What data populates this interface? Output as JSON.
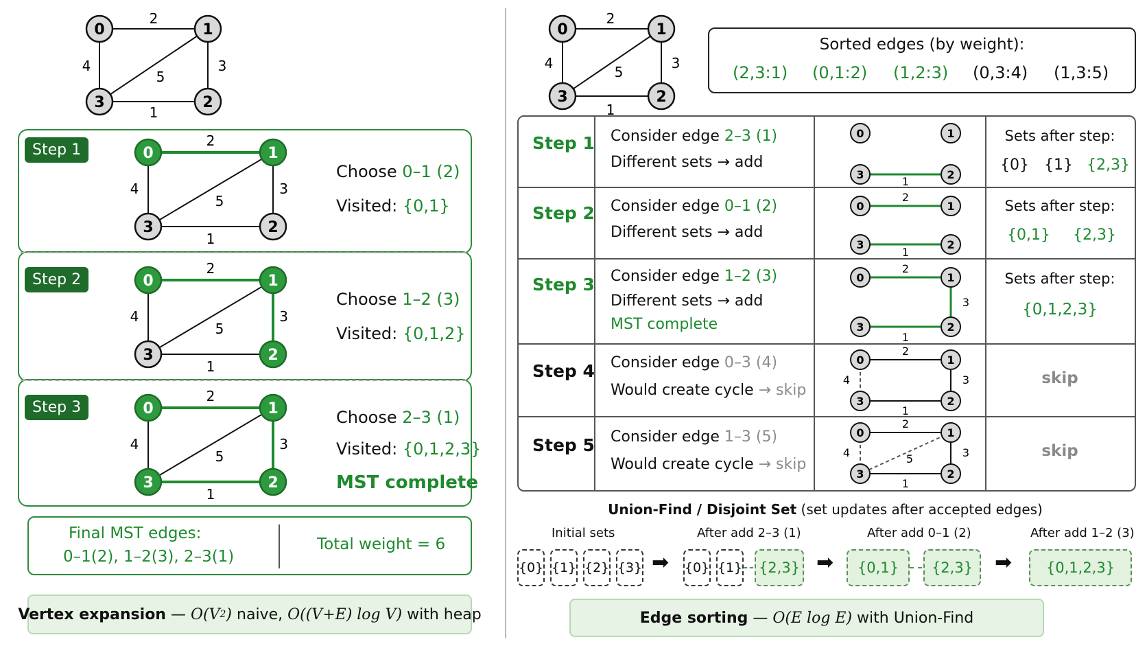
{
  "graph": {
    "nodes": [
      "0",
      "1",
      "2",
      "3"
    ],
    "edges": [
      {
        "from": "0",
        "to": "1",
        "w": "2"
      },
      {
        "from": "1",
        "to": "2",
        "w": "3"
      },
      {
        "from": "2",
        "to": "3",
        "w": "1"
      },
      {
        "from": "0",
        "to": "3",
        "w": "4"
      },
      {
        "from": "1",
        "to": "3",
        "w": "5"
      }
    ]
  },
  "prim": {
    "steps": [
      {
        "tag": "Step 1",
        "choose_prefix": "Choose",
        "choose_edge": "0–1 (2)",
        "visited_prefix": "Visited:",
        "visited_set": "{0,1}",
        "note": ""
      },
      {
        "tag": "Step 2",
        "choose_prefix": "Choose",
        "choose_edge": "1–2 (3)",
        "visited_prefix": "Visited:",
        "visited_set": "{0,1,2}",
        "note": ""
      },
      {
        "tag": "Step 3",
        "choose_prefix": "Choose",
        "choose_edge": "2–3 (1)",
        "visited_prefix": "Visited:",
        "visited_set": "{0,1,2,3}",
        "note": "MST complete"
      }
    ],
    "final_title": "Final MST edges:",
    "final_edges": "0–1(2),  1–2(3),  2–3(1)",
    "total": "Total weight = 6",
    "complexity": {
      "name": "Vertex expansion",
      "dash": "—",
      "f1": "O(V",
      "f1_sup": "2",
      "f1_end": ")",
      "naive": "naive,",
      "f2": "O((V+E) log V)",
      "with": "with heap"
    }
  },
  "kruskal": {
    "sorted_title": "Sorted edges (by weight):",
    "sorted": [
      {
        "text": "(2,3:1)",
        "accepted": true
      },
      {
        "text": "(0,1:2)",
        "accepted": true
      },
      {
        "text": "(1,2:3)",
        "accepted": true
      },
      {
        "text": "(0,3:4)",
        "accepted": false
      },
      {
        "text": "(1,3:5)",
        "accepted": false
      }
    ],
    "steps": [
      {
        "label": "Step 1",
        "consider": "Consider edge",
        "edge": "2–3 (1)",
        "result_prefix": "Different sets",
        "result": "→ add",
        "note": "",
        "sets_title": "Sets after step:",
        "sets": [
          "{0}",
          "{1}",
          "{2,3}"
        ],
        "skip": ""
      },
      {
        "label": "Step 2",
        "consider": "Consider edge",
        "edge": "0–1 (2)",
        "result_prefix": "Different sets",
        "result": "→ add",
        "note": "",
        "sets_title": "Sets after step:",
        "sets": [
          "{0,1}",
          "{2,3}"
        ],
        "skip": ""
      },
      {
        "label": "Step 3",
        "consider": "Consider edge",
        "edge": "1–2 (3)",
        "result_prefix": "Different sets",
        "result": "→ add",
        "note": "MST complete",
        "sets_title": "Sets after step:",
        "sets": [
          "{0,1,2,3}"
        ],
        "skip": ""
      },
      {
        "label": "Step 4",
        "consider": "Consider edge",
        "edge": "0–3 (4)",
        "result_prefix": "Would create cycle",
        "result": "→ skip",
        "note": "",
        "sets_title": "",
        "sets": [],
        "skip": "skip"
      },
      {
        "label": "Step 5",
        "consider": "Consider edge",
        "edge": "1–3 (5)",
        "result_prefix": "Would create cycle",
        "result": "→ skip",
        "note": "",
        "sets_title": "",
        "sets": [],
        "skip": "skip"
      }
    ],
    "uf_title_bold": "Union-Find / Disjoint Set",
    "uf_title_rest": " (set updates after accepted edges)",
    "uf_groups": [
      {
        "label": "Initial sets",
        "sets": [
          "{0}",
          "{1}",
          "{2}",
          "{3}"
        ]
      },
      {
        "label": "After add 2–3 (1)",
        "sets": [
          "{0}",
          "{1}",
          "{2,3}"
        ]
      },
      {
        "label": "After add 0–1 (2)",
        "sets": [
          "{0,1}",
          "{2,3}"
        ]
      },
      {
        "label": "After add 1–2 (3)",
        "sets": [
          "{0,1,2,3}"
        ]
      }
    ],
    "complexity": {
      "name": "Edge sorting",
      "dash": "—",
      "formula": "O(E log E)",
      "with": "with Union-Find"
    }
  },
  "colors": {
    "accent_green": "#1e8a2e",
    "tag_green": "#1e6b2a",
    "node_gray": "#d9d9d9",
    "light_green": "#e3f1df"
  }
}
